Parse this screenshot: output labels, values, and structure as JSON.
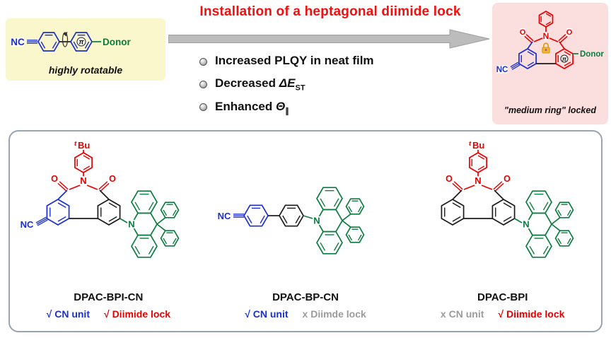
{
  "palette": {
    "red": "#e80000",
    "blue": "#1a2fd0",
    "green": "#0b7d3e",
    "black": "#1a1a1a",
    "gray": "#9b9b9b",
    "arrow": "#bcbcbc",
    "yellow_bg": "#faf7cc",
    "pink_bg": "#fbdede",
    "title_red": "#ee1111"
  },
  "header": {
    "title": "Installation of a heptagonal diimide lock",
    "bullets": [
      {
        "text": "Increased PLQY in neat film",
        "sym": "",
        "sub": ""
      },
      {
        "text": "Decreased ",
        "sym": "ΔE",
        "sub": "ST"
      },
      {
        "text": "Enhanced ",
        "sym": "Θ",
        "sub": "∥"
      }
    ]
  },
  "rotatable": {
    "atoms": {
      "nc": "NC",
      "pi": "π",
      "donor": "Donor"
    },
    "caption": "highly rotatable"
  },
  "locked": {
    "atoms": {
      "nc": "NC",
      "pi": "π",
      "donor": "Donor",
      "n": "N",
      "o1": "O",
      "o2": "O"
    },
    "caption": "\"medium ring\" locked"
  },
  "panels": [
    {
      "name": "DPAC-BPI-CN",
      "atoms": {
        "tbu_sup": "t",
        "tbu": "Bu",
        "n_imide": "N",
        "o1": "O",
        "o2": "O",
        "nc": "NC",
        "n_acridine": "N"
      },
      "checks": [
        {
          "mark": "√",
          "label": "CN unit",
          "color": "#1a2fd0"
        },
        {
          "mark": "√",
          "label": "Diimide lock",
          "color": "#e80000"
        }
      ]
    },
    {
      "name": "DPAC-BP-CN",
      "atoms": {
        "nc": "NC",
        "n_acridine": "N"
      },
      "checks": [
        {
          "mark": "√",
          "label": "CN unit",
          "color": "#1a2fd0"
        },
        {
          "mark": "x",
          "label": "Diimde lock",
          "color": "#9b9b9b"
        }
      ]
    },
    {
      "name": "DPAC-BPI",
      "atoms": {
        "tbu_sup": "t",
        "tbu": "Bu",
        "n_imide": "N",
        "o1": "O",
        "o2": "O",
        "n_acridine": "N"
      },
      "checks": [
        {
          "mark": "x",
          "label": "CN unit",
          "color": "#9b9b9b"
        },
        {
          "mark": "√",
          "label": "Diimide lock",
          "color": "#e80000"
        }
      ]
    }
  ]
}
